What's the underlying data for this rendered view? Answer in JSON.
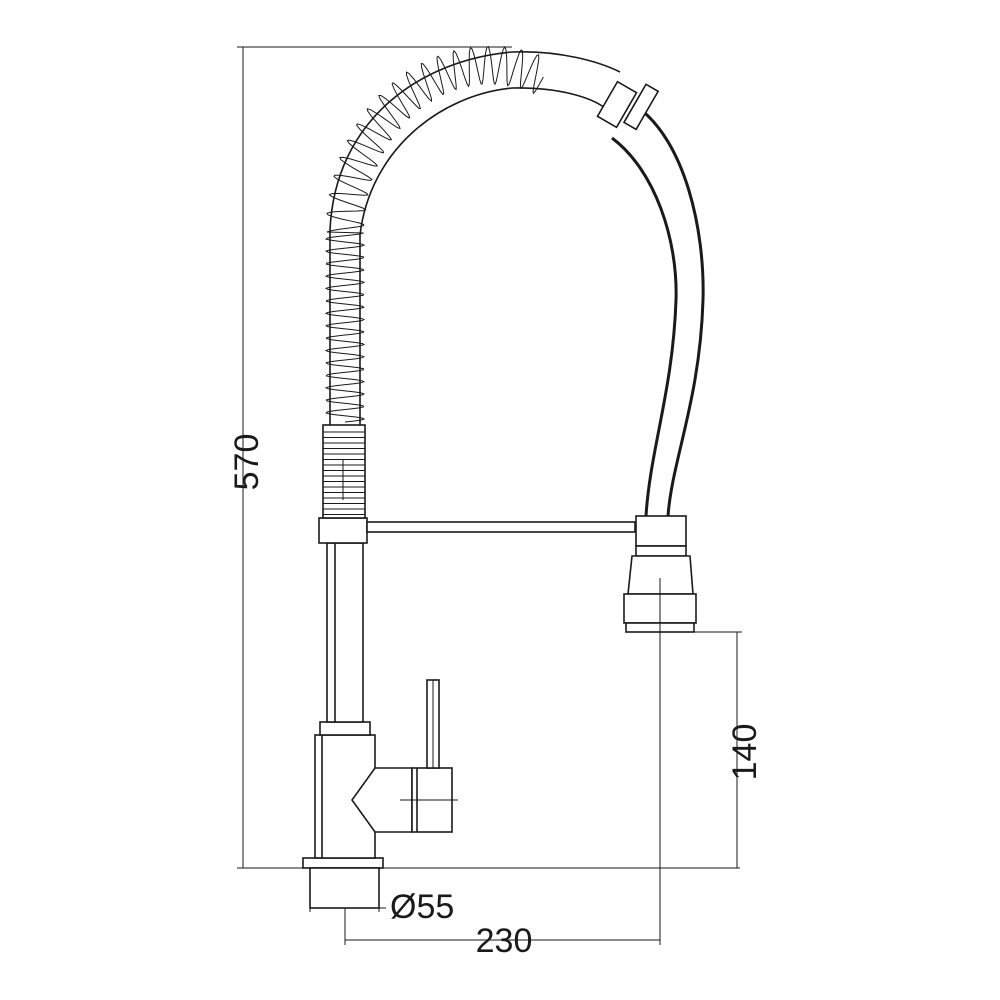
{
  "dimensions": {
    "height_total": "570",
    "spray_height": "140",
    "base_diameter": "Ø55",
    "reach": "230"
  },
  "colors": {
    "line": "#1a1a1a",
    "background": "#ffffff"
  }
}
